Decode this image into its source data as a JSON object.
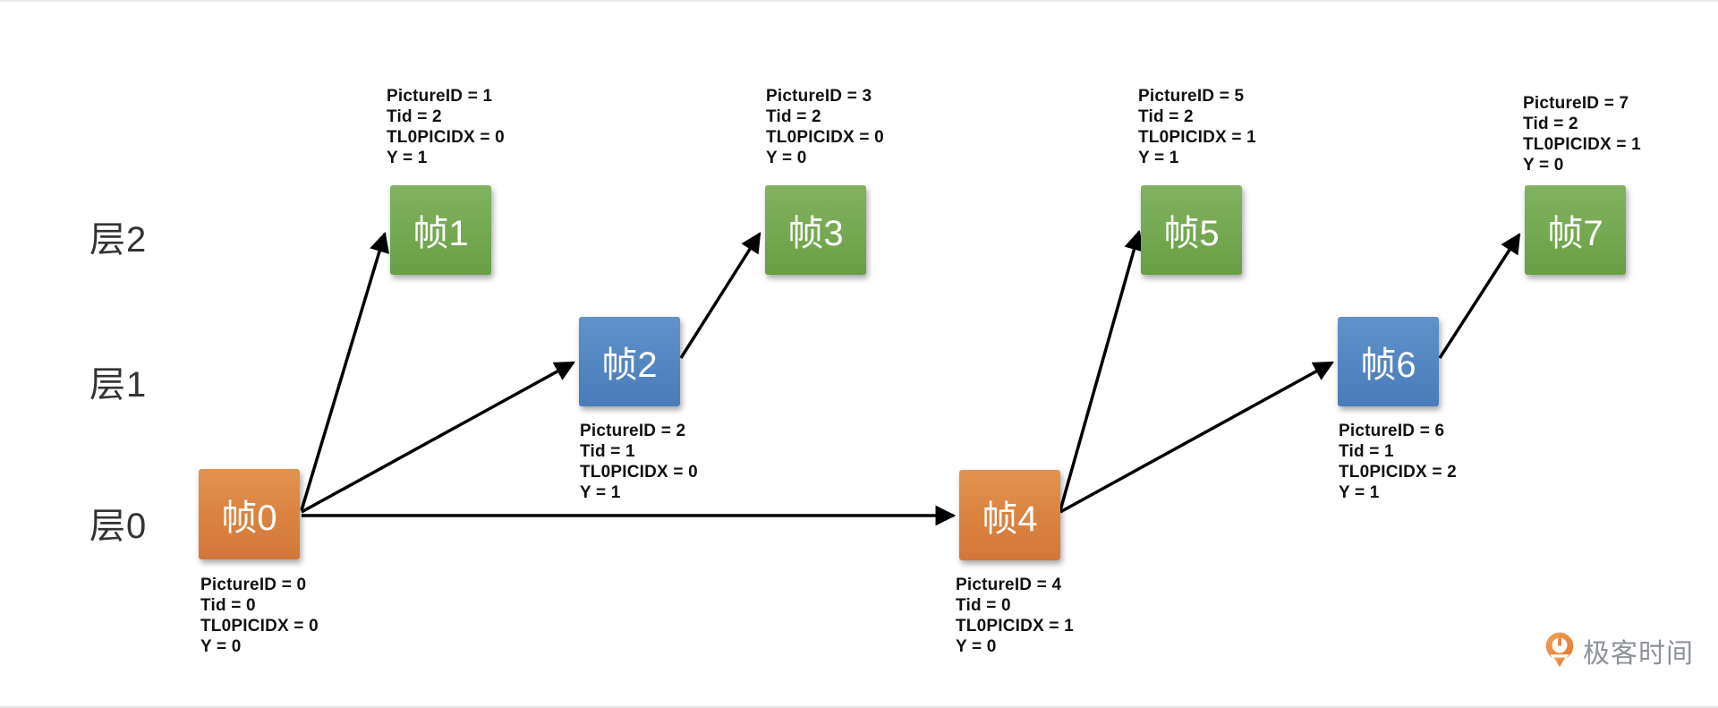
{
  "diagram_type": "temporal-layer-frame-dependency",
  "layers": [
    {
      "label": "层2"
    },
    {
      "label": "层1"
    },
    {
      "label": "层0"
    }
  ],
  "nodes": [
    {
      "id": "frame0",
      "label": "帧0",
      "layer": "层0",
      "color": "orange",
      "annotation": {
        "position": "below",
        "lines": [
          "PictureID = 0",
          "Tid = 0",
          "TL0PICIDX = 0",
          "Y = 0"
        ]
      }
    },
    {
      "id": "frame1",
      "label": "帧1",
      "layer": "层2",
      "color": "green",
      "annotation": {
        "position": "above",
        "lines": [
          "PictureID = 1",
          "Tid = 2",
          "TL0PICIDX = 0",
          "Y = 1"
        ]
      }
    },
    {
      "id": "frame2",
      "label": "帧2",
      "layer": "层1",
      "color": "blue",
      "annotation": {
        "position": "below",
        "lines": [
          "PictureID = 2",
          "Tid = 1",
          "TL0PICIDX = 0",
          "Y = 1"
        ]
      }
    },
    {
      "id": "frame3",
      "label": "帧3",
      "layer": "层2",
      "color": "green",
      "annotation": {
        "position": "above",
        "lines": [
          "PictureID = 3",
          "Tid = 2",
          "TL0PICIDX = 0",
          "Y = 0"
        ]
      }
    },
    {
      "id": "frame4",
      "label": "帧4",
      "layer": "层0",
      "color": "orange",
      "annotation": {
        "position": "below",
        "lines": [
          "PictureID = 4",
          "Tid = 0",
          "TL0PICIDX = 1",
          "Y = 0"
        ]
      }
    },
    {
      "id": "frame5",
      "label": "帧5",
      "layer": "层2",
      "color": "green",
      "annotation": {
        "position": "above",
        "lines": [
          "PictureID = 5",
          "Tid = 2",
          "TL0PICIDX = 1",
          "Y = 1"
        ]
      }
    },
    {
      "id": "frame6",
      "label": "帧6",
      "layer": "层1",
      "color": "blue",
      "annotation": {
        "position": "below",
        "lines": [
          "PictureID = 6",
          "Tid = 1",
          "TL0PICIDX = 2",
          "Y = 1"
        ]
      }
    },
    {
      "id": "frame7",
      "label": "帧7",
      "layer": "层2",
      "color": "green",
      "annotation": {
        "position": "above",
        "lines": [
          "PictureID = 7",
          "Tid = 2",
          "TL0PICIDX = 1",
          "Y = 0"
        ]
      }
    }
  ],
  "edges": [
    {
      "from": "frame0",
      "to": "frame1"
    },
    {
      "from": "frame0",
      "to": "frame2"
    },
    {
      "from": "frame0",
      "to": "frame4"
    },
    {
      "from": "frame2",
      "to": "frame3"
    },
    {
      "from": "frame4",
      "to": "frame5"
    },
    {
      "from": "frame4",
      "to": "frame6"
    },
    {
      "from": "frame6",
      "to": "frame7"
    }
  ],
  "colors": {
    "orange": "#da8240",
    "green": "#74a852",
    "blue": "#5385c1",
    "arrow": "#000000",
    "layer_label_text": "#333333",
    "annotation_text": "#111111",
    "logo_orange": "#e4762f",
    "logo_text": "#8e9299"
  },
  "logo": {
    "icon": "geektime-pin-icon",
    "text": "极客时间"
  }
}
